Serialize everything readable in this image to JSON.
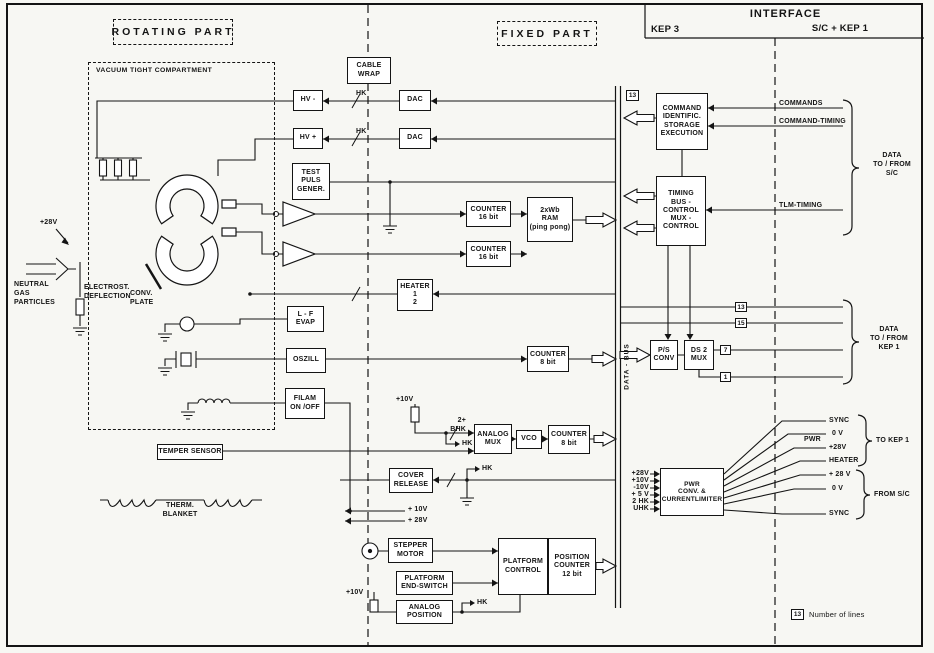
{
  "header": {
    "rotating_part": "ROTATING  PART",
    "fixed_part": "FIXED   PART",
    "interface_title": "INTERFACE",
    "kep3": "KEP 3",
    "sc_kep1": "S/C + KEP 1"
  },
  "rotating": {
    "vacuum_compartment": "VACUUM TIGHT COMPARTMENT",
    "neutral_gas": "NEUTRAL\nGAS\nPARTICLES",
    "plus_28v": "+28V",
    "electrostatic": "ELECTROST.\nDEFLECTION",
    "conv_plate": "CONV.\nPLATE",
    "temper_sensor": "TEMPER SENSOR",
    "therm_blanket": "THERM.\nBLANKET",
    "hv_minus": "HV -",
    "hv_plus": "HV +",
    "test_puls": "TEST\nPULS\nGENER.",
    "lf_evap": "L - F\nEVAP",
    "oszill": "OSZILL",
    "filam": "FILAM\nON /OFF"
  },
  "fixed": {
    "cable_wrap": "CABLE\nWRAP",
    "dac": "DAC",
    "counter16": "COUNTER\n16 bit",
    "ram": "2xWb\nRAM\n(ping pong)",
    "heater": "HEATER\n1\n2",
    "counter8": "COUNTER\n8 bit",
    "analog_mux": "ANALOG\nMUX",
    "vco": "VCO",
    "cover_release": "COVER\nRELEASE",
    "stepper_motor": "STEPPER\nMOTOR",
    "platform_control": "PLATFORM\nCONTROL",
    "position_counter": "POSITION\nCOUNTER\n12 bit",
    "end_switch": "PLATFORM\nEND-SWITCH",
    "analog_position": "ANALOG\nPOSITION",
    "data_bus": "DATA - BUS",
    "bhk": "2+\nBHK",
    "hk": "HK",
    "plus_10v": "+10V",
    "rail_10v": "+ 10V",
    "rail_28v": "+ 28V"
  },
  "iface": {
    "command_box": "COMMAND\nIDENTIFIC.\nSTORAGE\nEXECUTION",
    "timing_box": "TIMING\nBUS -\nCONTROL\nMUX -\nCONTROL",
    "ps_conv": "P/S\nCONV",
    "ds2_mux": "DS 2\nMUX",
    "pwr_box": "PWR\nCONV. &\nCURRENTLIMITER",
    "commands": "COMMANDS",
    "command_timing": "COMMAND-TIMING",
    "tlm_timing": "TLM-TIMING",
    "data_sc": "DATA\nTO / FROM\nS/C",
    "data_kep1": "DATA\nTO / FROM\nKEP 1",
    "sync": "SYNC",
    "zero_v": "0 V",
    "pwr": "PWR",
    "to_kep1": "TO KEP 1",
    "plus_28v": "+28V",
    "plus_28v_sp": "+ 28 V",
    "heater": "HEATER",
    "from_sc": "FROM S/C",
    "pwr_inputs": [
      "+28V",
      "+10V",
      "-10V",
      "+ 5 V",
      "2 HK",
      "UHK"
    ],
    "n_top": "13",
    "n_a": "13",
    "n_b": "15",
    "n_c": "7",
    "n_d": "1",
    "legend_num": "13",
    "legend_text": "Number of lines"
  }
}
